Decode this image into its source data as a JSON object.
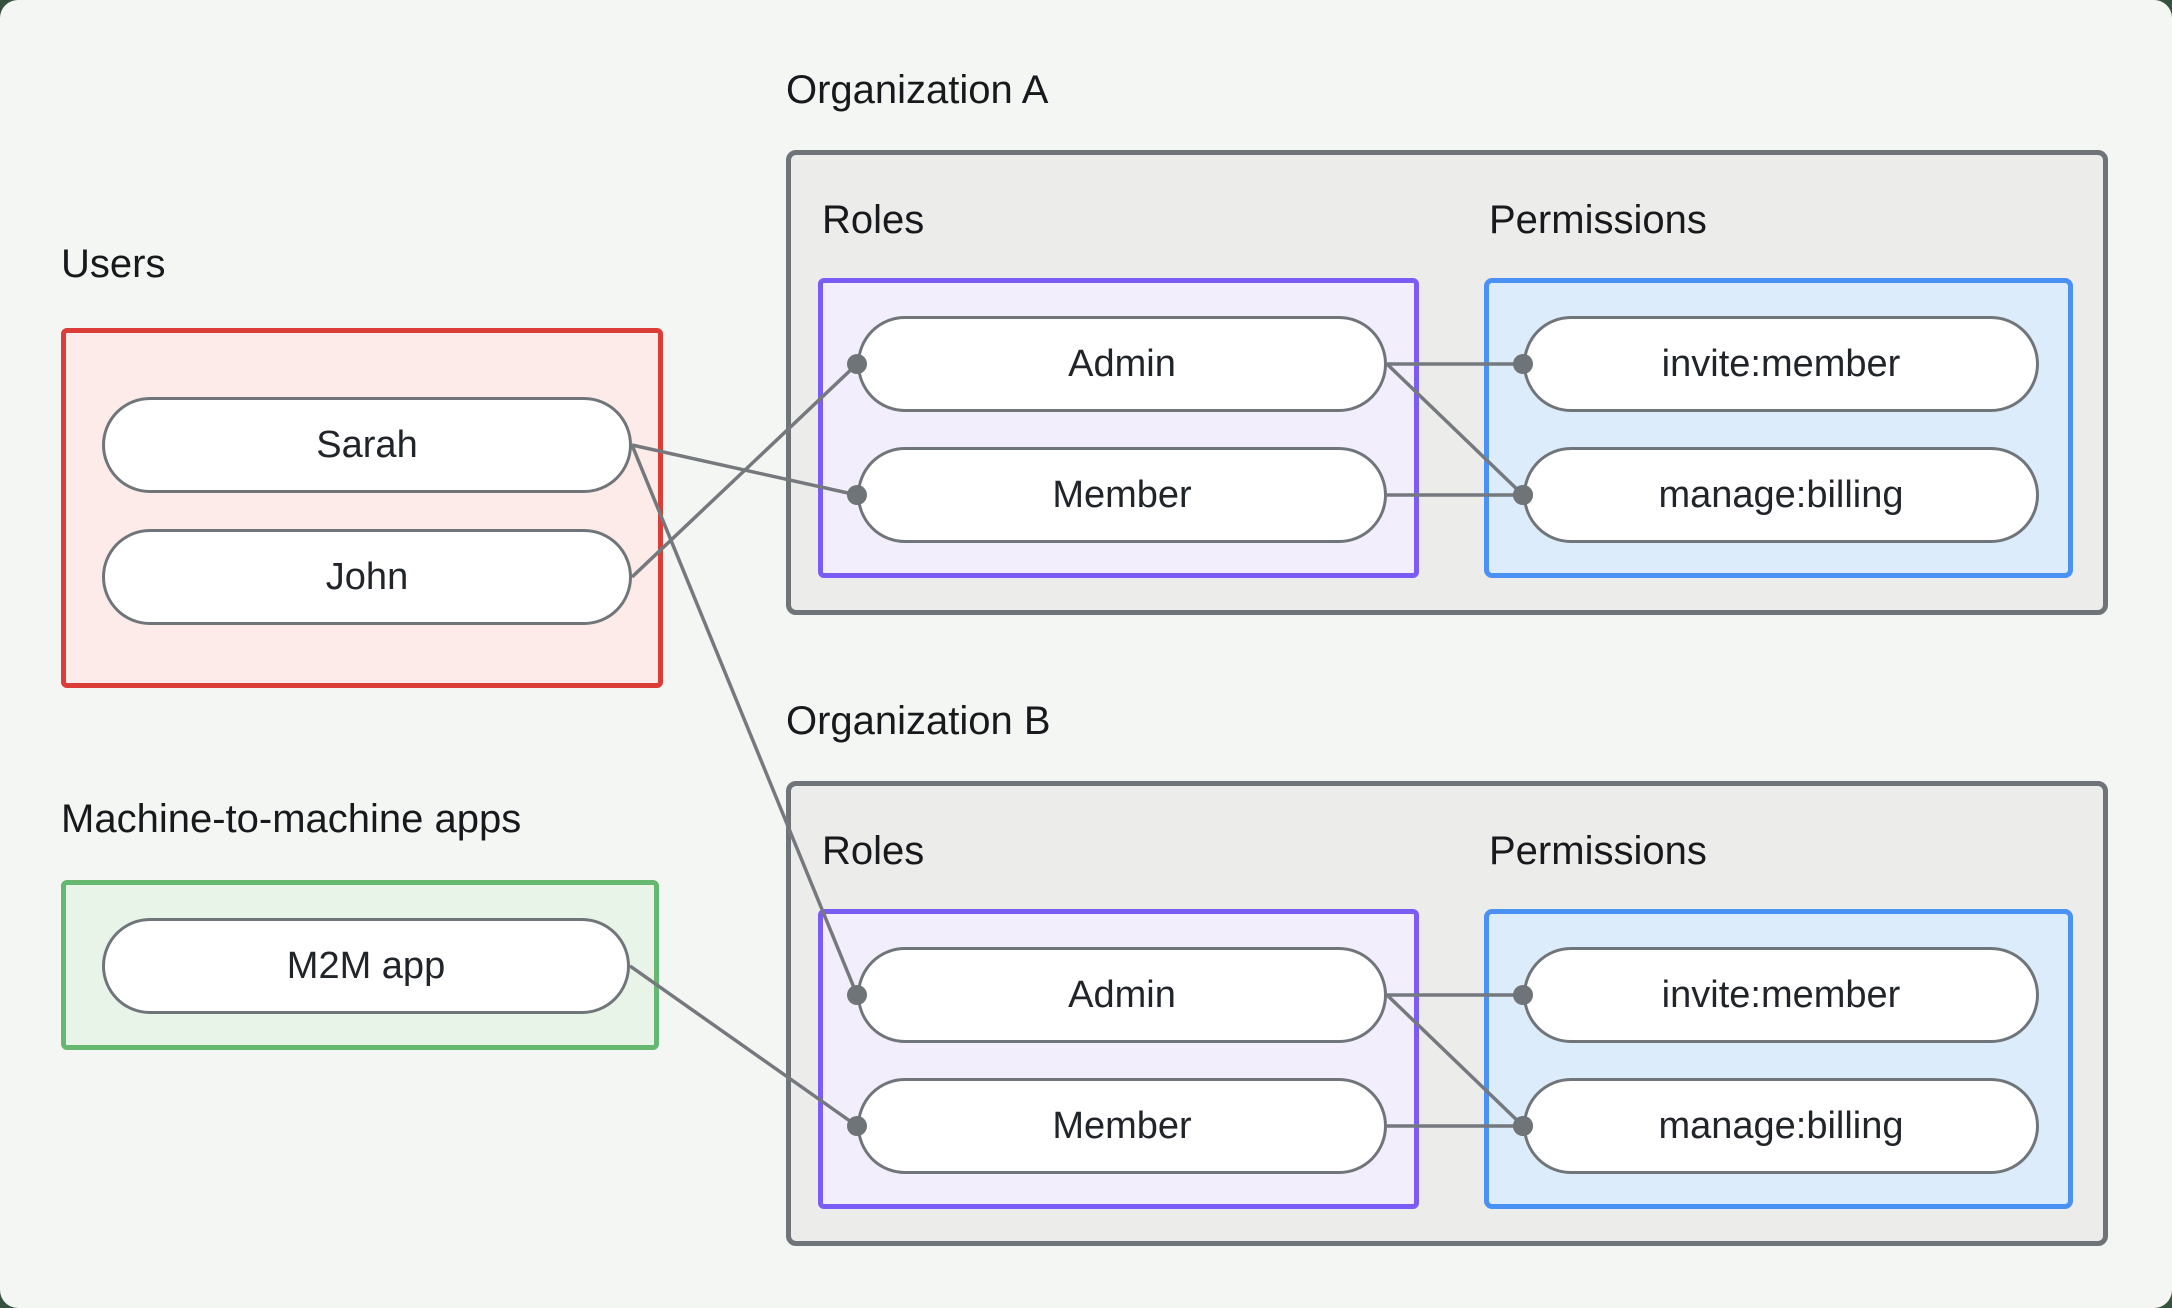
{
  "style": {
    "page_background": "#f4f6f4",
    "outer_background": "#35523f",
    "line_color": "#75797e",
    "dot_color": "#6f7478",
    "users_accent": "#dc3d36",
    "users_fill": "#fcebe9",
    "m2m_accent": "#66b770",
    "m2m_fill": "#e9f4e9",
    "roles_accent": "#7c5cf6",
    "roles_fill": "#f3eefc",
    "permissions_accent": "#4a91f4",
    "permissions_fill": "#dcecfb",
    "org_fill": "#ececeb",
    "org_border": "#6f7478"
  },
  "left_column": {
    "users": {
      "label": "Users",
      "items": [
        {
          "id": "user-sarah",
          "label": "Sarah"
        },
        {
          "id": "user-john",
          "label": "John"
        }
      ]
    },
    "m2m": {
      "label": "Machine-to-machine apps",
      "items": [
        {
          "id": "m2m-app",
          "label": "M2M app"
        }
      ]
    }
  },
  "organizations": [
    {
      "id": "org-a",
      "label": "Organization A",
      "roles_label": "Roles",
      "permissions_label": "Permissions",
      "roles": [
        {
          "id": "org-a-admin",
          "label": "Admin"
        },
        {
          "id": "org-a-member",
          "label": "Member"
        }
      ],
      "permissions": [
        {
          "id": "org-a-invite",
          "label": "invite:member"
        },
        {
          "id": "org-a-billing",
          "label": "manage:billing"
        }
      ]
    },
    {
      "id": "org-b",
      "label": "Organization B",
      "roles_label": "Roles",
      "permissions_label": "Permissions",
      "roles": [
        {
          "id": "org-b-admin",
          "label": "Admin"
        },
        {
          "id": "org-b-member",
          "label": "Member"
        }
      ],
      "permissions": [
        {
          "id": "org-b-invite",
          "label": "invite:member"
        },
        {
          "id": "org-b-billing",
          "label": "manage:billing"
        }
      ]
    }
  ],
  "connections": [
    {
      "from": "user-sarah",
      "to": "org-a-member"
    },
    {
      "from": "user-john",
      "to": "org-a-admin"
    },
    {
      "from": "user-sarah",
      "to": "org-b-admin"
    },
    {
      "from": "m2m-app",
      "to": "org-b-member"
    },
    {
      "from": "org-a-admin",
      "to": "org-a-invite"
    },
    {
      "from": "org-a-admin",
      "to": "org-a-billing"
    },
    {
      "from": "org-a-member",
      "to": "org-a-billing"
    },
    {
      "from": "org-b-admin",
      "to": "org-b-invite"
    },
    {
      "from": "org-b-admin",
      "to": "org-b-billing"
    },
    {
      "from": "org-b-member",
      "to": "org-b-billing"
    }
  ]
}
